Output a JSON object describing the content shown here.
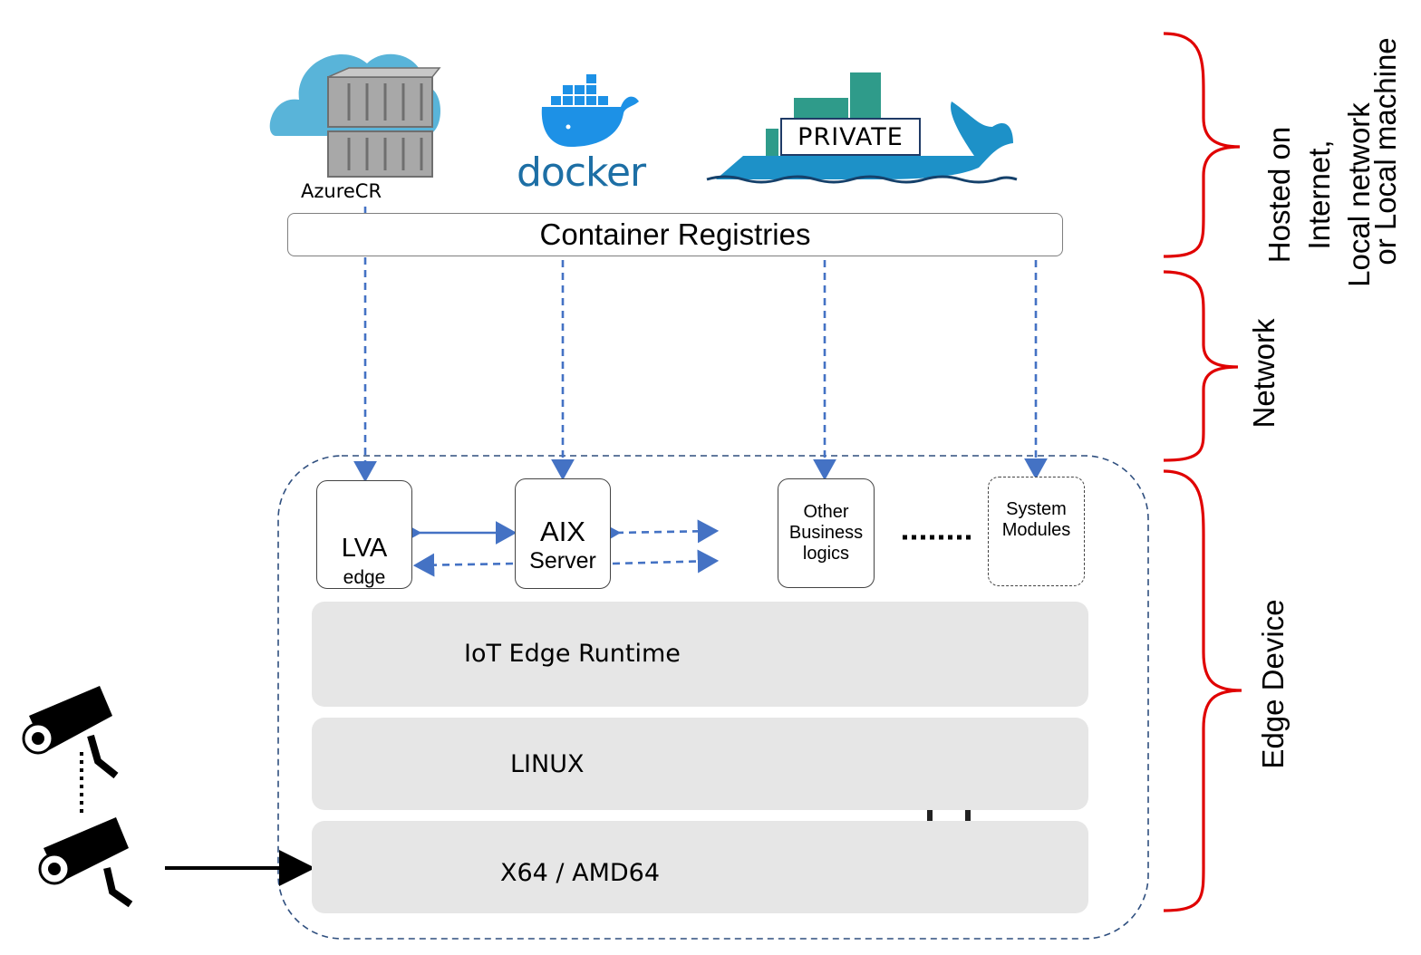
{
  "registries": {
    "bar_label": "Container Registries",
    "azurecr_label": "AzureCR",
    "docker_label": "docker",
    "private_label": "PRIVATE"
  },
  "modules": {
    "lva_title": "LVA",
    "lva_subtitle": "edge",
    "aix_title": "AIX",
    "aix_subtitle": "Server",
    "other_label": [
      "Other",
      "Business",
      "logics"
    ],
    "system_label": [
      "System",
      "Modules"
    ]
  },
  "layers": {
    "runtime": "IoT Edge Runtime",
    "os": "LINUX",
    "hardware": "X64 / AMD64"
  },
  "braces": {
    "hosted": [
      "Hosted on",
      "Internet,",
      "Local network",
      "or Local machine"
    ],
    "network": "Network",
    "edge": "Edge Device"
  },
  "icons": [
    "azure-container-registry-icon",
    "docker-whale-icon",
    "private-registry-whale-icon",
    "lva-edge-icon",
    "iot-edge-cloud-icon",
    "linux-penguin-icon",
    "circuit-board-icon",
    "edge-gateway-device-icon",
    "camera-icon"
  ],
  "colors": {
    "arrow_blue": "#4472c4",
    "brace_red": "#e00000",
    "layer_gray": "#e6e6e6",
    "docker_blue": "#1d6fa5"
  }
}
